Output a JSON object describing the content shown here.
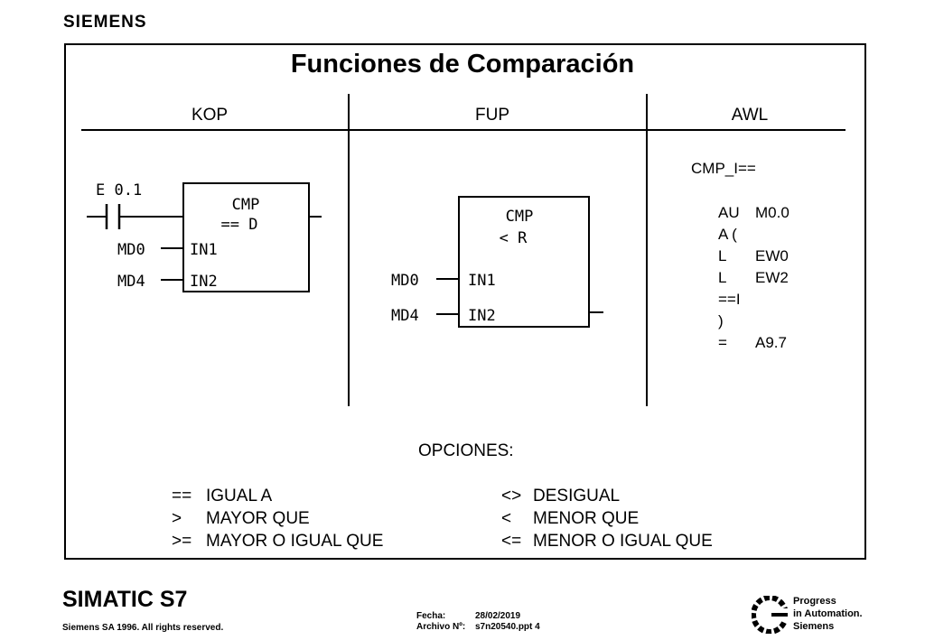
{
  "header": {
    "brand": "SIEMENS"
  },
  "slide": {
    "title": "Funciones de Comparación",
    "columns": {
      "kop": "KOP",
      "fup": "FUP",
      "awl": "AWL"
    }
  },
  "kop": {
    "contact_label": "E 0.1",
    "box_line1": "CMP",
    "box_line2": "== D",
    "in1_var": "MD0",
    "in1": "IN1",
    "in2_var": "MD4",
    "in2": "IN2"
  },
  "fup": {
    "box_line1": "CMP",
    "box_line2": "< R",
    "in1_var": "MD0",
    "in1": "IN1",
    "in2_var": "MD4",
    "in2": "IN2"
  },
  "awl": {
    "header": "CMP_I==",
    "lines": [
      {
        "op": "AU",
        "arg": "M0.0"
      },
      {
        "op": "A (",
        "arg": ""
      },
      {
        "op": "L",
        "arg": "EW0"
      },
      {
        "op": "L",
        "arg": "EW2"
      },
      {
        "op": "==I",
        "arg": ""
      },
      {
        "op": ")",
        "arg": ""
      },
      {
        "op": "=",
        "arg": "A9.7"
      }
    ]
  },
  "options": {
    "title": "OPCIONES:",
    "left": [
      {
        "sym": "==",
        "text": "IGUAL A"
      },
      {
        "sym": ">",
        "text": "MAYOR QUE"
      },
      {
        "sym": ">=",
        "text": "MAYOR O IGUAL QUE"
      }
    ],
    "right": [
      {
        "sym": "<>",
        "text": "DESIGUAL"
      },
      {
        "sym": "<",
        "text": "MENOR QUE"
      },
      {
        "sym": "<=",
        "text": "MENOR O IGUAL QUE"
      }
    ]
  },
  "footer": {
    "product": "SIMATIC S7",
    "copyright": "Siemens SA 1996.  All rights reserved.",
    "date_label": "Fecha:",
    "date_value": "28/02/2019",
    "file_label": "Archivo Nº:",
    "file_value": "s7n20540.ppt  4",
    "slogan": [
      "Progress",
      "in Automation.",
      "Siemens"
    ]
  }
}
